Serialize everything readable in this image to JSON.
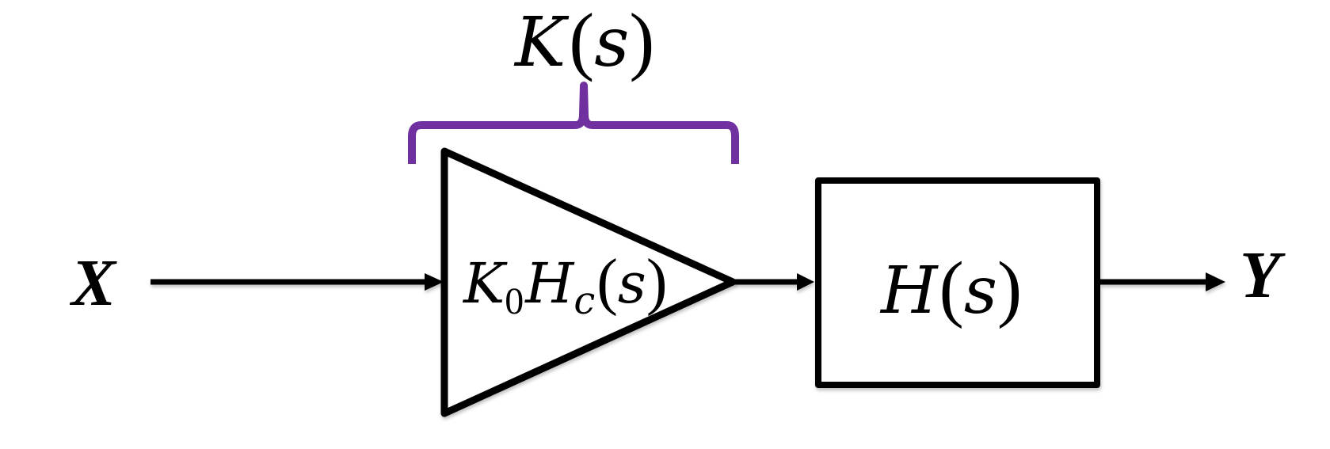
{
  "diagram": {
    "type": "block-diagram",
    "colors": {
      "stroke": "#000000",
      "brace": "#7030A0",
      "background": "#ffffff"
    },
    "input": {
      "label": "X"
    },
    "output": {
      "label": "Y"
    },
    "brace_label": {
      "name": "K",
      "arg": "s",
      "open": "(",
      "close": ")"
    },
    "amplifier": {
      "gain": "K",
      "gain_sub": "0",
      "func": "H",
      "func_sub": "c",
      "arg": "s",
      "open": "(",
      "close": ")"
    },
    "plant": {
      "name": "H",
      "arg": "s",
      "open": "(",
      "close": ")"
    },
    "connections": [
      {
        "from": "X",
        "to": "amplifier"
      },
      {
        "from": "amplifier",
        "to": "plant"
      },
      {
        "from": "plant",
        "to": "Y"
      }
    ]
  }
}
